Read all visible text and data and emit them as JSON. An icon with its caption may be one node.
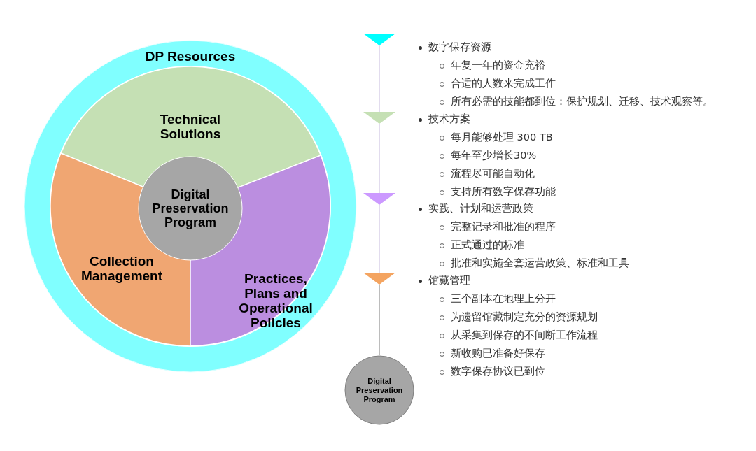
{
  "diagram": {
    "nodes": [
      {
        "text": [
          "DP Resources"
        ]
      },
      {
        "text": [
          "Technical Solutions"
        ],
        "in": 0
      },
      {
        "text": [
          "Collection Management"
        ],
        "in": 0
      },
      {
        "text": [
          "Practices, Plans and Operational Policies"
        ],
        "in": 0
      },
      {
        "text": [
          "Digital Preservation Program"
        ],
        "in": 0
      },
      {
        "text": [],
        "shape": "triangle",
        "beside": [
          "数字保存资源",
          "年复一年的资金充裕",
          "合适的人数来完成工作",
          "所有必需的技能都到位：保护规划、迁移、技术观察等。"
        ]
      },
      {
        "text": [],
        "shape": "triangle",
        "beside": [
          "技术方案",
          "每月能够处理 300 TB",
          "每年至少增长30%",
          "流程尽可能自动化",
          "支持所有数字保存功能"
        ]
      },
      {
        "text": [],
        "shape": "triangle",
        "beside": [
          "实践、计划和运营政策",
          "完整记录和批准的程序",
          "正式通过的标准",
          "批准和实施全套运营政策、标准和工具"
        ]
      },
      {
        "text": [],
        "shape": "triangle",
        "beside": [
          "馆藏管理",
          "三个副本在地理上分开",
          "为遗留馆藏制定充分的资源规划",
          "从采集到保存的不间断工作流程",
          "新收购已准备好保存",
          "数字保存协议已到位"
        ]
      },
      {
        "text": [
          "Digital Preservation Program"
        ]
      }
    ],
    "edges": [
      {
        "from": 5,
        "to": 6,
        "arrow": "none"
      },
      {
        "from": 6,
        "to": 7,
        "arrow": "none"
      },
      {
        "from": 7,
        "to": 8,
        "arrow": "none"
      },
      {
        "from": 8,
        "to": 9,
        "arrow": "none",
        "color": "#a6a6a6"
      }
    ]
  }
}
